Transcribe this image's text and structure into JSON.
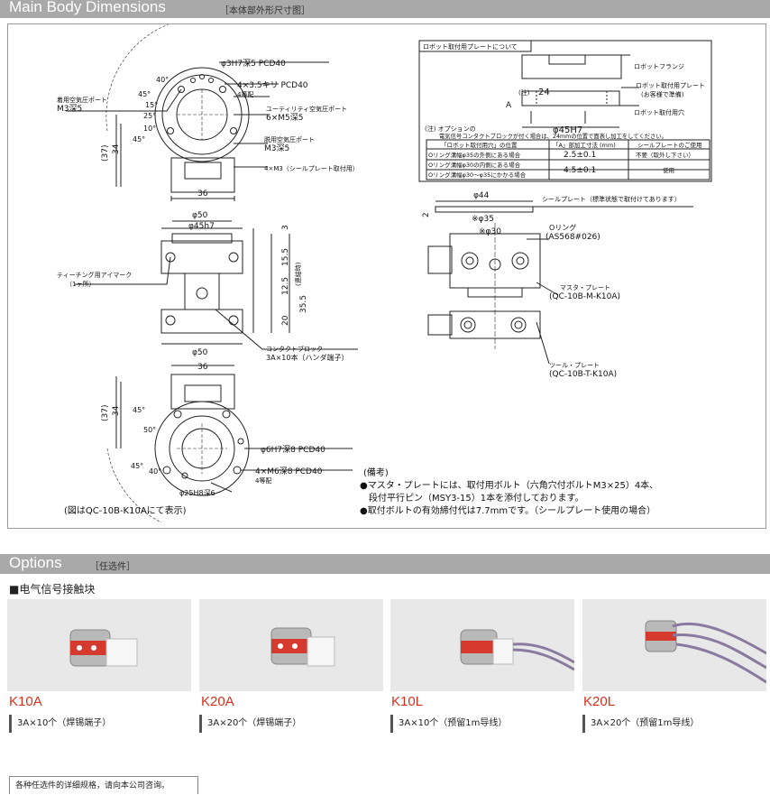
{
  "header_main": {
    "title": "Main Body Dimensions",
    "subtitle": "［本体部外形尺寸图］"
  },
  "header_options": {
    "title": "Options",
    "subtitle": "［任选件］"
  },
  "drawing": {
    "top_view": {
      "pcd40": "φ3H7深5 PCD40",
      "holes": "4×3.5キリ PCD40",
      "holes_sub": "4等配",
      "clamp_port": "着用空気圧ポート",
      "clamp_port_size": "M3深5",
      "utility_port": "ユーティリティ空気圧ポート",
      "utility_port_size": "6×M5深5",
      "release_port": "脱用空気圧ポート",
      "release_port_size": "M3深5",
      "m3": "4×M3（シールプレート取付用）",
      "dim36": "36",
      "dim37": "(37)",
      "dim34": "34",
      "ang45a": "45°",
      "ang45b": "45°",
      "ang25": "25°",
      "ang15": "15°",
      "ang40": "40°",
      "ang10": "10°"
    },
    "side_view": {
      "d50a": "φ50",
      "d45": "φ45h7",
      "d50b": "φ50",
      "v3": "3",
      "v155": "15.5",
      "v125": "12.5",
      "v355": "35.5",
      "v20": "20",
      "locked": "(連結時)",
      "teaching": "ティーチング用アイマーク",
      "teaching_sub": "（1ヶ所）",
      "contact": "コンタクトブロック",
      "contact_sub": "3A×10本（ハンダ端子）"
    },
    "bottom_view": {
      "dim36": "36",
      "dim37": "(37)",
      "dim34": "34",
      "ang45a": "45°",
      "ang45b": "45°",
      "ang50": "50°",
      "ang40": "40°",
      "pin": "φ6H7深8 PCD40",
      "m6": "4×M6深8 PCD40",
      "m6_sub": "4等配",
      "d25": "φ25H8深6",
      "caption": "(図はQC-10B-K10Aにて表示)"
    },
    "robot_plate": {
      "title": "ロボット取付用プレートについて",
      "flange": "ロボットフランジ",
      "plate": "ロボット取付用プレート",
      "plate_sub": "(お客様で準備)",
      "hole": "ロボット取付用穴",
      "note_mark": "(注)",
      "d24": "24",
      "A": "A",
      "d45": "φ45H7",
      "note1": "(注) オプションの",
      "note2": "電気信号コンタクトブロックが付く場合は、24mmの位置で面表し加工をしてください。",
      "th_pos": "「ロボット取付用穴」の位置",
      "th_a": "「A」部加工寸法 (mm)",
      "th_seal": "シールプレートのご使用",
      "r1c1": "Oリング溝幅φ35の外側にある場合",
      "r2c1": "Oリング溝幅φ30の内側にある場合",
      "r3c1": "Oリング溝幅φ30～φ35にかかる場合",
      "r1c2": "2.5±0.1",
      "r23c2": "4.5±0.1",
      "r1c3": "不要（取外し下さい）",
      "r23c3": "使用"
    },
    "seal": {
      "d44": "φ44",
      "seal_plate": "シールプレート（標準状態で取付けてあります）",
      "v2": "2",
      "d35": "※φ35",
      "d30": "※φ30",
      "oring": "Oリング",
      "oring_sub": "(AS568#026)",
      "master": "マスタ・プレート",
      "master_code": "(QC-10B-M-K10A)",
      "tool": "ツール・プレート",
      "tool_code": "(QC-10B-T-K10A)"
    },
    "remarks": {
      "title": "(備考)",
      "l1": "●マスタ・プレートには、取付用ボルト（六角穴付ボルトM3×25）4本、",
      "l2": "段付平行ピン（MSY3-15）1本を添付しております。",
      "l3": "●取付ボルトの有効締付代は7.7mmです。（シールプレート使用の場合）"
    }
  },
  "options": {
    "heading": "■电气信号接触块",
    "items": [
      {
        "code": "K10A",
        "desc": "3A×10个（焊锡端子）"
      },
      {
        "code": "K20A",
        "desc": "3A×20个（焊锡端子）"
      },
      {
        "code": "K10L",
        "desc": "3A×10个（预留1m导线）"
      },
      {
        "code": "K20L",
        "desc": "3A×20个（预留1m导线）"
      }
    ],
    "footer": "各种任选件的详细规格，请向本公司咨询。"
  },
  "colors": {
    "header_bg": "#a9a9a9",
    "code_red": "#d9301e"
  }
}
